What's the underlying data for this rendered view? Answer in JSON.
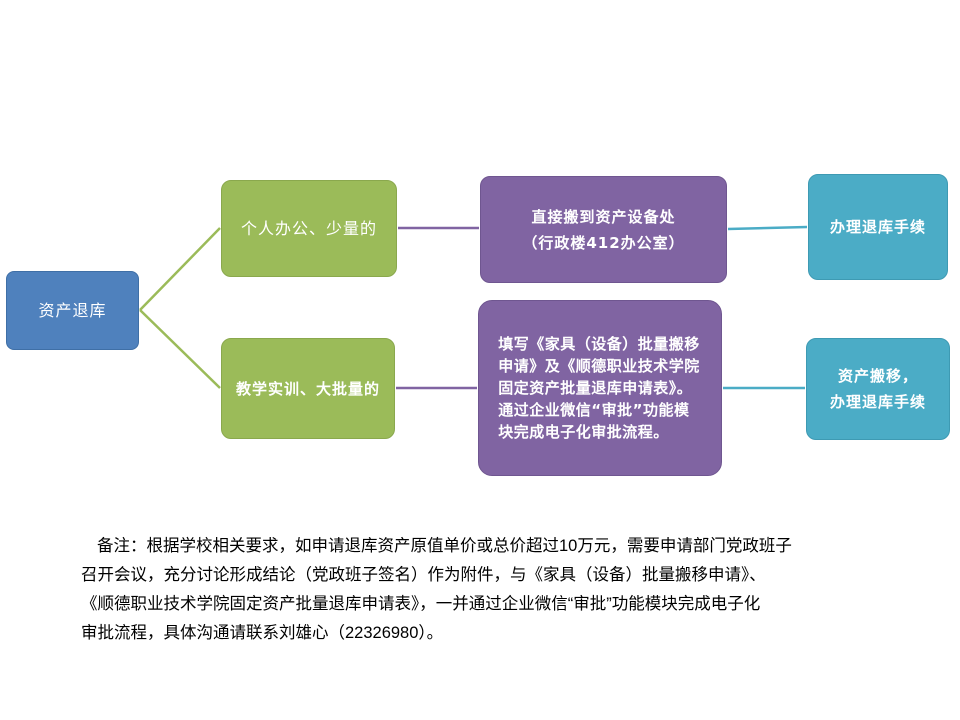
{
  "colors": {
    "root": "#4f81bd",
    "level1": "#9bbb59",
    "level2": "#8064a2",
    "level3": "#4bacc6",
    "connector_green": "#9bbb59",
    "connector_purple": "#8064a2",
    "connector_teal": "#4bacc6"
  },
  "diagram": {
    "root": "资产退库",
    "branch_small": {
      "label": "个人办公、少量的",
      "action_lines": [
        "直接搬到资产设备处",
        "（行政楼412办公室）"
      ],
      "result_lines": [
        "办理退库手续"
      ]
    },
    "branch_large": {
      "label": "教学实训、大批量的",
      "action_lines": [
        "填写《家具（设备）批量搬移",
        "申请》及《顺德职业技术学院",
        "固定资产批量退库申请表》。",
        "通过企业微信“审批”功能模",
        "块完成电子化审批流程。"
      ],
      "result_lines": [
        "资产搬移，",
        "办理退库手续"
      ]
    }
  },
  "note": {
    "lines": [
      "备注：根据学校相关要求，如申请退库资产原值单价或总价超过10万元，需要申请部门党政班子",
      "召开会议，充分讨论形成结论（党政班子签名）作为附件，与《家具（设备）批量搬移申请》、",
      "《顺德职业技术学院固定资产批量退库申请表》，一并通过企业微信“审批”功能模块完成电子化",
      "审批流程，具体沟通请联系刘雄心（22326980）。"
    ]
  }
}
